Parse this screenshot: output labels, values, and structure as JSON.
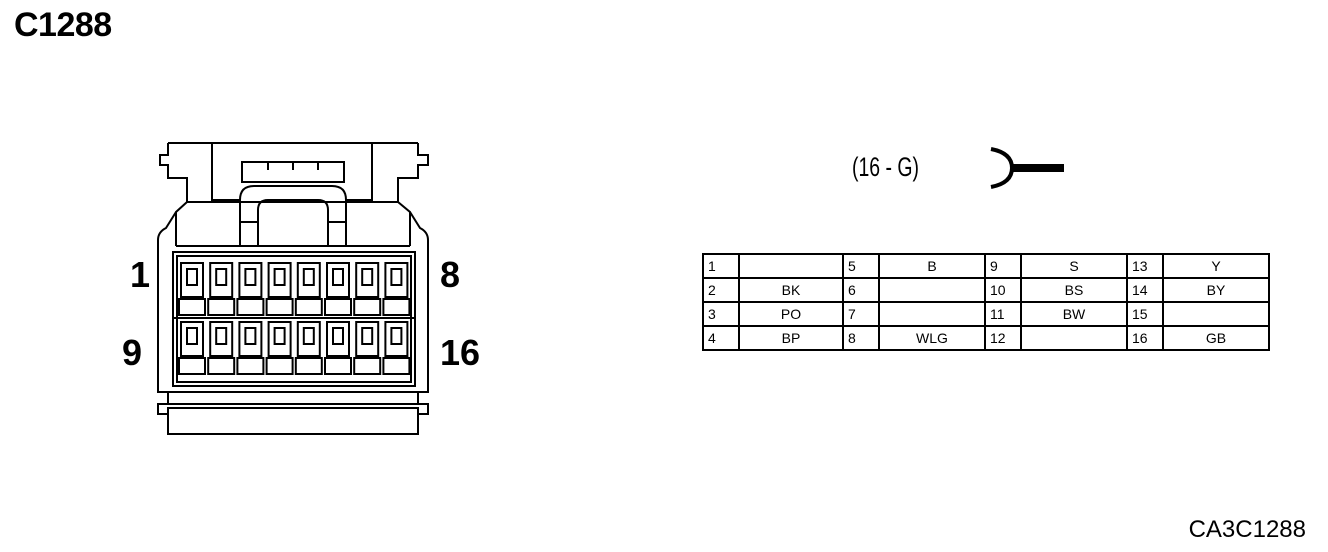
{
  "connector": {
    "id": "C1288",
    "spec": "(16 - G)",
    "pin_labels": {
      "top_left": "1",
      "top_right": "8",
      "bottom_left": "9",
      "bottom_right": "16"
    },
    "drawing_code": "CA3C1288"
  },
  "pin_table": [
    [
      {
        "pin": "1",
        "color": ""
      },
      {
        "pin": "5",
        "color": "B"
      },
      {
        "pin": "9",
        "color": "S"
      },
      {
        "pin": "13",
        "color": "Y"
      }
    ],
    [
      {
        "pin": "2",
        "color": "BK"
      },
      {
        "pin": "6",
        "color": ""
      },
      {
        "pin": "10",
        "color": "BS"
      },
      {
        "pin": "14",
        "color": "BY"
      }
    ],
    [
      {
        "pin": "3",
        "color": "PO"
      },
      {
        "pin": "7",
        "color": ""
      },
      {
        "pin": "11",
        "color": "BW"
      },
      {
        "pin": "15",
        "color": ""
      }
    ],
    [
      {
        "pin": "4",
        "color": "BP"
      },
      {
        "pin": "8",
        "color": "WLG"
      },
      {
        "pin": "12",
        "color": ""
      },
      {
        "pin": "16",
        "color": "GB"
      }
    ]
  ]
}
